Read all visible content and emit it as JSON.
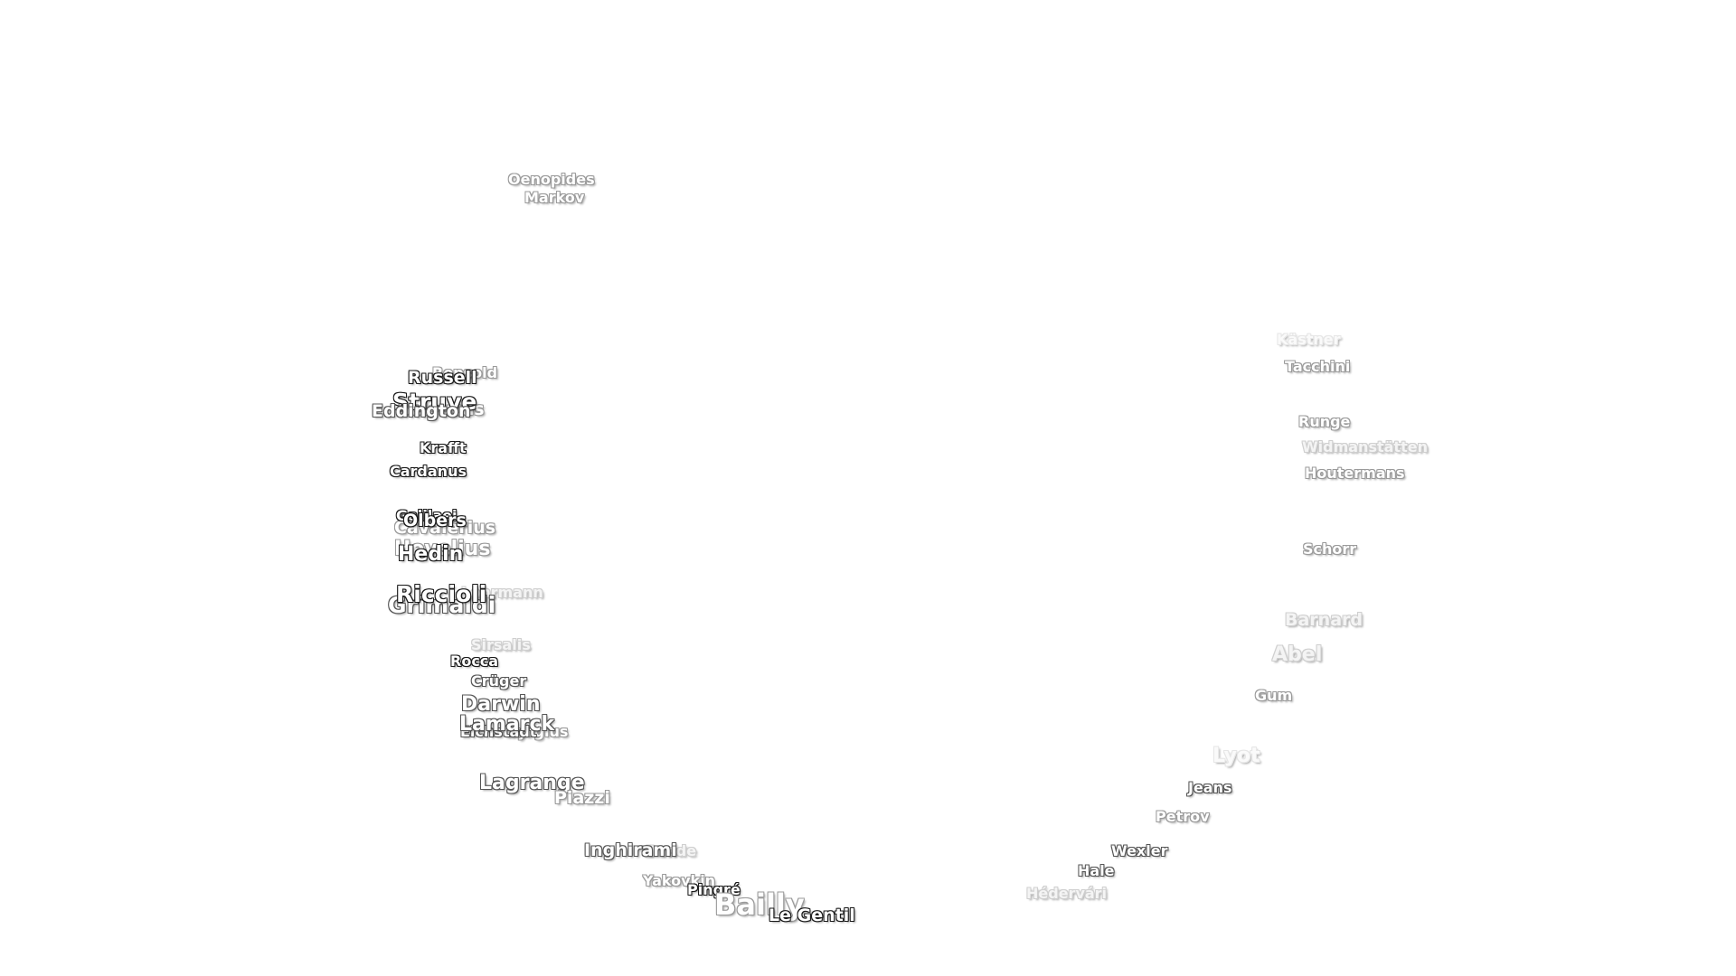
{
  "labels": {
    "oenopides": "Oenopides",
    "markov": "Markov",
    "repsold": "Repsold",
    "russell": "Russell",
    "struve": "Struve",
    "seleucus": "Seleucus",
    "eddington": "Eddington",
    "krafft": "Krafft",
    "cardanus": "Cardanus",
    "cavalerius_top": "Cavalerius",
    "olbers": "Olbers",
    "galilaei": "Galilaei",
    "cavalerius": "Cavalerius",
    "hevelius": "Hevelius",
    "hedin": "Hedin",
    "riccioli": "Riccioli",
    "lohrmann": "Lohrmann",
    "grimaldi": "Grimaldi",
    "sirsalis": "Sirsalis",
    "rocca": "Rocca",
    "cruger": "Crüger",
    "darwin": "Darwin",
    "lamarck": "Lamarck",
    "eichstadt": "Eichstadt",
    "byrgius": "Byrgius",
    "lagrange": "Lagrange",
    "piazzi": "Piazzi",
    "inghirami": "Inghirami",
    "baade": "Baade",
    "yakovkin": "Yakovkin",
    "pingre": "Pingré",
    "bailly": "Bailly",
    "le_gentil": "Le Gentil",
    "hederv": "Hédervári",
    "hale": "Hale",
    "wexler": "Wexler",
    "petrov": "Petrov",
    "jeans": "Jeans",
    "lyot": "Lyot",
    "gum": "Gum",
    "abel": "Abel",
    "barnard": "Barnard",
    "schorr": "Schorr",
    "houtermans": "Houtermans",
    "widmanstatten": "Widmanstätten",
    "runge": "Runge",
    "tacchini": "Tacchini",
    "kastner": "Kästner"
  }
}
